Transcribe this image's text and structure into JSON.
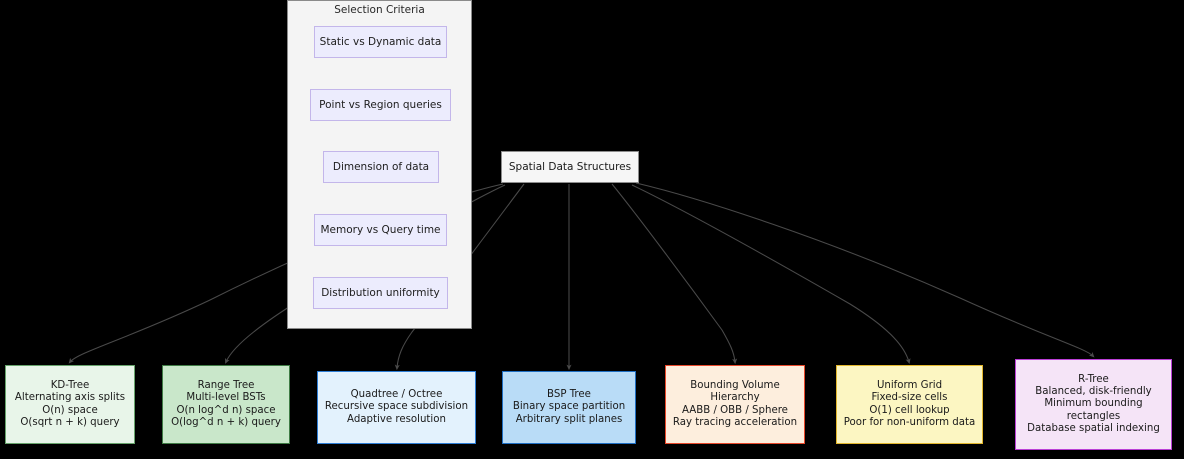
{
  "diagram": {
    "title": "Spatial Data Structures",
    "type": "flowchart",
    "background_color": "#000000",
    "edge_color": "#4a4a4a"
  },
  "cluster": {
    "label": "Selection Criteria",
    "fill": "#f4f4f4",
    "border": "#8a8a8a",
    "items": [
      {
        "id": "static-dynamic",
        "label": "Static vs Dynamic data"
      },
      {
        "id": "point-region",
        "label": "Point vs Region queries"
      },
      {
        "id": "dimension",
        "label": "Dimension of data"
      },
      {
        "id": "memory-query",
        "label": "Memory vs Query time"
      },
      {
        "id": "distribution",
        "label": "Distribution uniformity"
      }
    ],
    "item_fill": "#ececfd",
    "item_border": "#c3b6ea"
  },
  "root": {
    "label": "Spatial Data Structures",
    "fill": "#f6f6f6",
    "border": "#8c8c8c"
  },
  "leaves": [
    {
      "id": "kdtree",
      "fill": "#e8f5e9",
      "border": "#66a36b",
      "lines": [
        "KD-Tree",
        "Alternating axis splits",
        "O(n) space",
        "O(sqrt n + k) query"
      ]
    },
    {
      "id": "rangetree",
      "fill": "#c9e7ca",
      "border": "#3f7c45",
      "lines": [
        "Range Tree",
        "Multi-level BSTs",
        "O(n log^d n) space",
        "O(log^d n + k) query"
      ]
    },
    {
      "id": "quadtree",
      "fill": "#e3f2fd",
      "border": "#2e7ed6",
      "lines": [
        "Quadtree / Octree",
        "Recursive space subdivision",
        "Adaptive resolution"
      ]
    },
    {
      "id": "bsptree",
      "fill": "#b9dcf7",
      "border": "#1f6fc4",
      "lines": [
        "BSP Tree",
        "Binary space partition",
        "Arbitrary split planes"
      ]
    },
    {
      "id": "bvh",
      "fill": "#fdeedd",
      "border": "#e8482a",
      "lines": [
        "Bounding Volume",
        "Hierarchy",
        "AABB / OBB / Sphere",
        "Ray tracing acceleration"
      ]
    },
    {
      "id": "uniformgrid",
      "fill": "#fcf6c2",
      "border": "#e3b72c",
      "lines": [
        "Uniform Grid",
        "Fixed-size cells",
        "O(1) cell lookup",
        "Poor for non-uniform data"
      ]
    },
    {
      "id": "rtree",
      "fill": "#f5e4f7",
      "border": "#bb3fd6",
      "lines": [
        "R-Tree",
        "Balanced, disk-friendly",
        "Minimum bounding",
        "rectangles",
        "Database spatial indexing"
      ]
    }
  ]
}
